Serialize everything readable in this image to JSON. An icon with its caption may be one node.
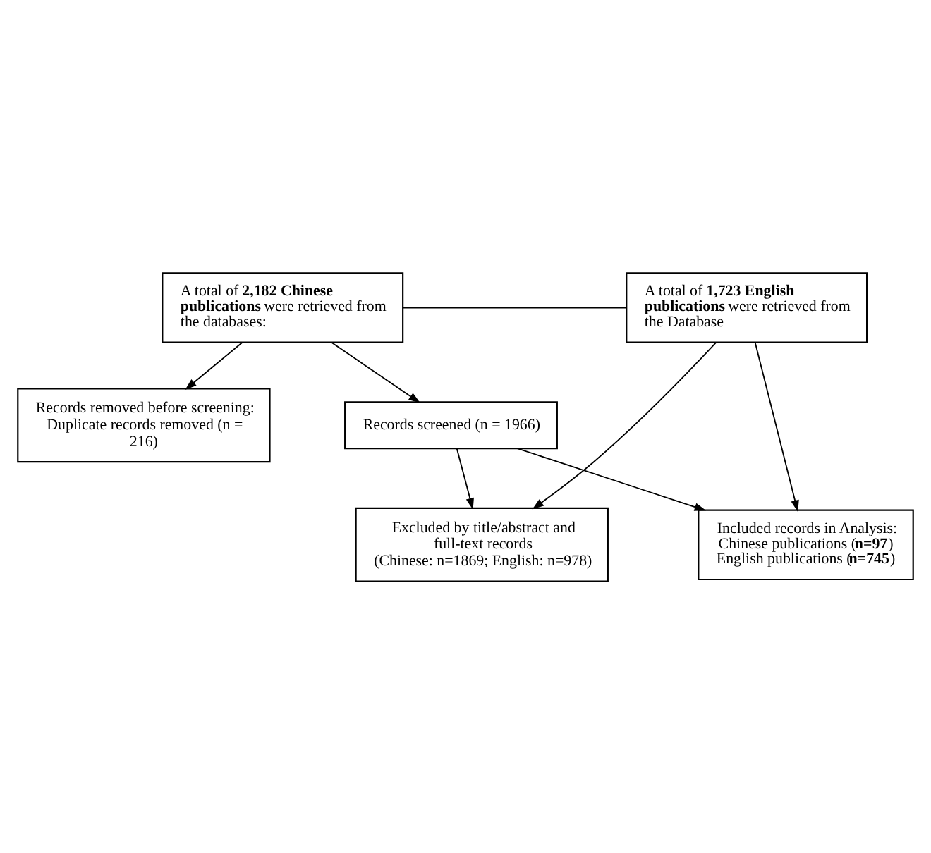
{
  "diagram": {
    "nodes": [
      {
        "text": [
          "A total of **2,182 Chinese publications** were retrieved from the databases:"
        ]
      },
      {
        "text": [
          "A total of **1,723 English publications** were retrieved from the Database"
        ]
      },
      {
        "text": [
          "Records removed before screening:",
          "Duplicate records removed (n = 216)"
        ]
      },
      {
        "text": [
          "Records screened (n = 1966)"
        ]
      },
      {
        "text": [
          "Excluded by title/abstract and full-text records",
          "(Chinese: n=1869; English: n=978)"
        ]
      },
      {
        "text": [
          "Included records in Analysis:",
          "Chinese publications (**n=97**)",
          "English publications (**n=745**)"
        ]
      }
    ],
    "edges": [
      {
        "from": 0,
        "to": 1,
        "arrow": "none"
      },
      {
        "from": 0,
        "to": 2,
        "arrow": "to"
      },
      {
        "from": 0,
        "to": 3,
        "arrow": "to"
      },
      {
        "from": 3,
        "to": 4,
        "arrow": "to"
      },
      {
        "from": 1,
        "to": 4,
        "arrow": "to"
      },
      {
        "from": 3,
        "to": 5,
        "arrow": "to"
      },
      {
        "from": 1,
        "to": 5,
        "arrow": "to"
      }
    ]
  }
}
